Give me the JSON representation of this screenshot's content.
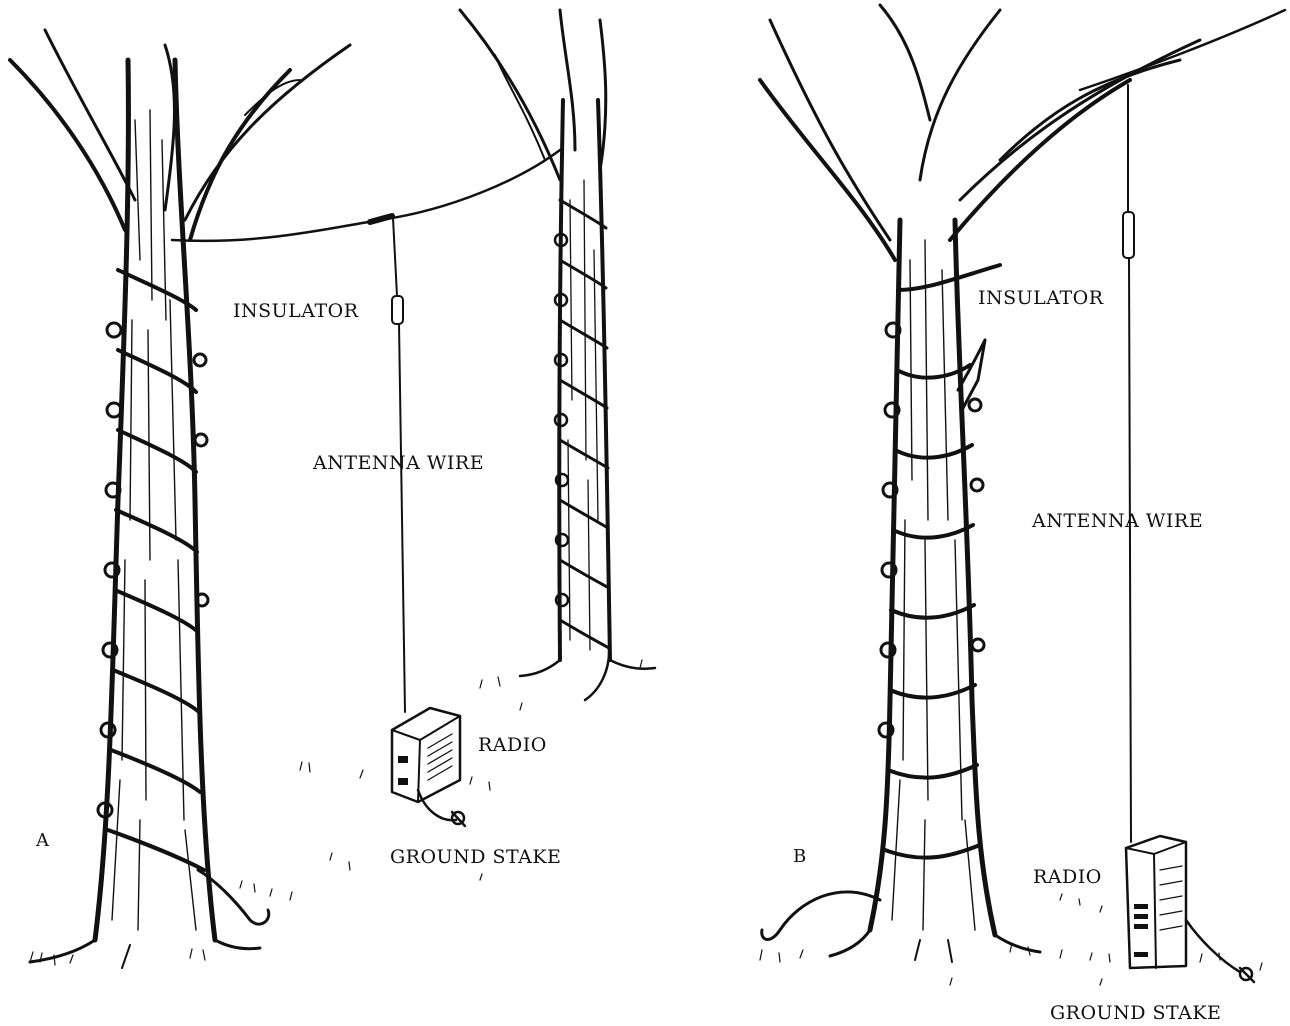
{
  "panels": [
    {
      "letter": "A",
      "labels": {
        "insulator": "INSULATOR",
        "antenna_wire": "ANTENNA WIRE",
        "radio": "RADIO",
        "ground_stake": "GROUND STAKE"
      }
    },
    {
      "letter": "B",
      "labels": {
        "insulator": "INSULATOR",
        "antenna_wire": "ANTENNA WIRE",
        "radio": "RADIO",
        "ground_stake": "GROUND STAKE"
      }
    }
  ],
  "colors": {
    "ink": "#111111",
    "background": "#ffffff"
  }
}
